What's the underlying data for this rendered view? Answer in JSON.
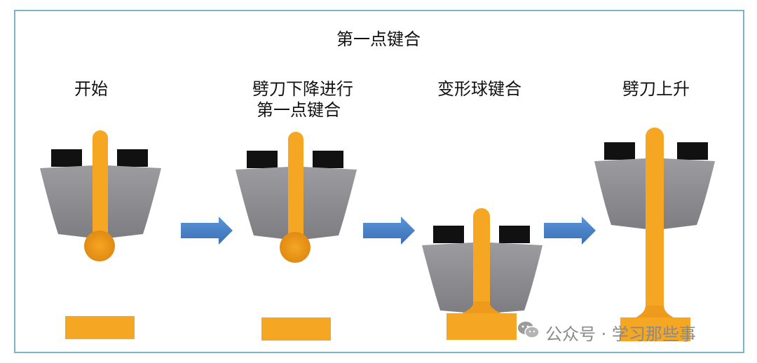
{
  "diagram": {
    "title": "第一点键合",
    "steps": [
      {
        "label": "开始"
      },
      {
        "label_line1": "劈刀下降进行",
        "label_line2": "第一点键合"
      },
      {
        "label": "变形球键合"
      },
      {
        "label": "劈刀上升"
      }
    ]
  },
  "watermark": {
    "text": "公众号 · 学习那些事",
    "icon": "wechat-icon"
  },
  "colors": {
    "wire": "#f5a623",
    "ball": "#ee9a1c",
    "tool_body": "#8e8e93",
    "tool_cap": "#111111",
    "arrow": "#4a7fc4",
    "pad": "#f5a623",
    "frame": "#7fb4c6"
  }
}
